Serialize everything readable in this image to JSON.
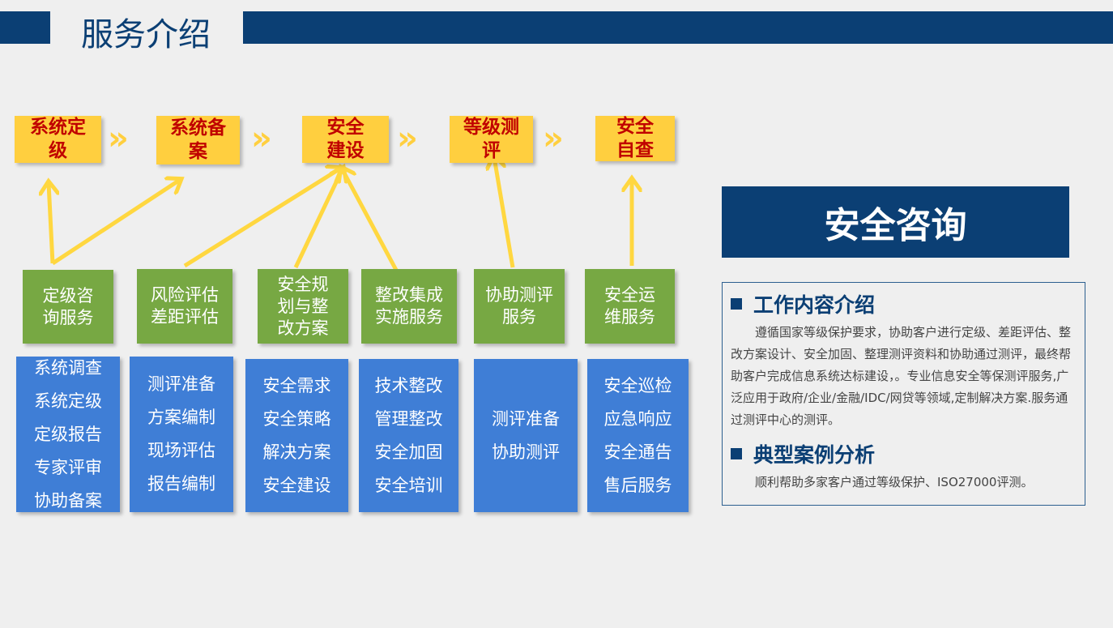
{
  "header": {
    "title": "服务介绍"
  },
  "steps": [
    "系统定级",
    "系统备案",
    "安全建设",
    "等级测评",
    "安全自查"
  ],
  "services": [
    "定级咨询服务",
    "风险评估差距评估",
    "安全规划与整改方案",
    "整改集成实施服务",
    "协助测评服务",
    "安全运维服务"
  ],
  "details": [
    [
      "系统调查",
      "系统定级",
      "定级报告",
      "专家评审",
      "协助备案"
    ],
    [
      "测评准备",
      "方案编制",
      "现场评估",
      "报告编制"
    ],
    [
      "安全需求",
      "安全策略",
      "解决方案",
      "安全建设"
    ],
    [
      "技术整改",
      "管理整改",
      "安全加固",
      "安全培训"
    ],
    [
      "测评准备",
      "协助测评"
    ],
    [
      "安全巡检",
      "应急响应",
      "安全通告",
      "售后服务"
    ]
  ],
  "right": {
    "title": "安全咨询",
    "sec1_title": "工作内容介绍",
    "sec1_text": "遵循国家等级保护要求，协助客户进行定级、差距评估、整改方案设计、安全加固、整理测评资料和协助通过测评，最终帮助客户完成信息系统达标建设，。专业信息安全等保测评服务,广泛应用于政府/企业/金融/IDC/网贷等领域,定制解决方案.服务通过测评中心的测评。",
    "sec2_title": "典型案例分析",
    "sec2_text": "顺利帮助多家客户通过等级保护、ISO27000评测。"
  }
}
